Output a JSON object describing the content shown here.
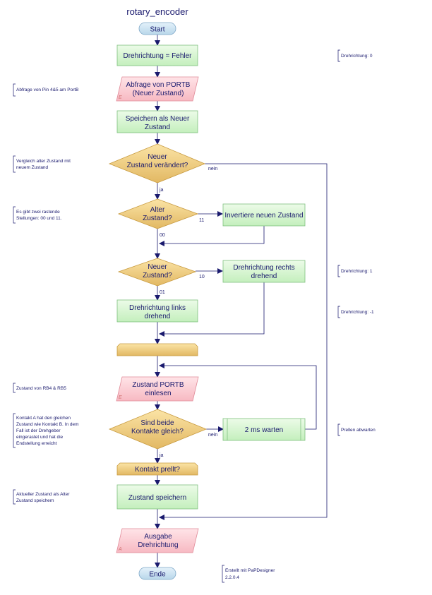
{
  "title": "rotary_encoder",
  "nodes": {
    "start": "Start",
    "init": "Drehrichtung = Fehler",
    "read1": [
      "Abfrage von PORTB",
      "(Neuer Zustand)"
    ],
    "read1_marker": "E",
    "save_new": [
      "Speichern als Neuer",
      "Zustand"
    ],
    "dec_changed": [
      "Neuer",
      "Zustand verändert?"
    ],
    "dec_old": [
      "Alter",
      "Zustand?"
    ],
    "invert": "Invertiere neuen Zustand",
    "dec_new": [
      "Neuer",
      "Zustand?"
    ],
    "right": [
      "Drehrichtung rechts",
      "drehend"
    ],
    "left": [
      "Drehrichtung links",
      "drehend"
    ],
    "read2": [
      "Zustand PORTB",
      "einlesen"
    ],
    "read2_marker": "E",
    "dec_same": [
      "Sind beide",
      "Kontakte gleich?"
    ],
    "wait": "2 ms warten",
    "bounce": "Kontakt prellt?",
    "store": "Zustand speichern",
    "output": [
      "Ausgabe",
      "Drehrichtung"
    ],
    "output_marker": "A",
    "end": "Ende"
  },
  "edge_labels": {
    "changed_no": "nein",
    "changed_yes": "ja",
    "old_11": "11",
    "old_00": "00",
    "new_10": "10",
    "new_01": "01",
    "same_no": "nein",
    "same_yes": "ja"
  },
  "comments": {
    "dir0": [
      "Drehrichtung: 0"
    ],
    "portb": [
      "Abfrage von Pin 4&5 am PortB"
    ],
    "compare": [
      "Vergleich alter Zustand mit",
      "neuem Zustand"
    ],
    "stable": [
      "Es gibt zwei rastende",
      "Stellungen: 00 und 11."
    ],
    "dir1": [
      "Drehrichtung: 1"
    ],
    "dirm1": [
      "Drehrichtung: -1"
    ],
    "rb": [
      "Zustand von RB4 & RB5"
    ],
    "contact": [
      "Kontakt A hat den gleichen",
      "Zustand wie Kontakt B. In dem",
      "Fall ist der Drehgeber",
      "eingerastet und hat die",
      "Endstellung erreicht"
    ],
    "debounce": [
      "Prellen abwarten"
    ],
    "current": [
      "Aktueller Zustand als Alter",
      "Zustand speichern"
    ],
    "credit": [
      "Erstellt mit PaPDesigner",
      "2.2.0.4"
    ]
  }
}
